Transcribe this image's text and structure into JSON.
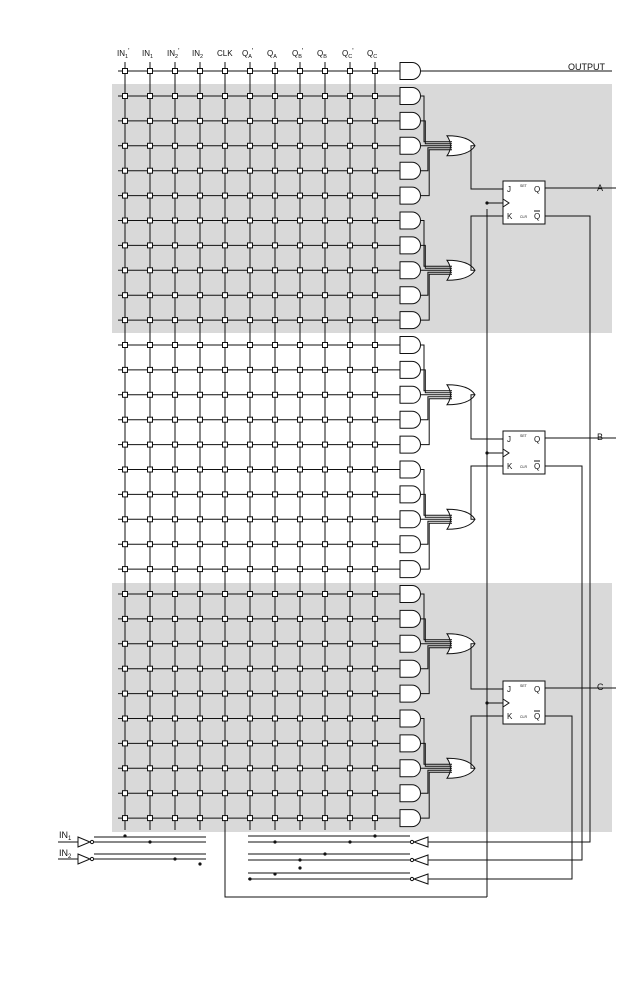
{
  "inputs": [
    {
      "base": "IN",
      "sub": "1",
      "prime": true
    },
    {
      "base": "IN",
      "sub": "1",
      "prime": false
    },
    {
      "base": "IN",
      "sub": "2",
      "prime": true
    },
    {
      "base": "IN",
      "sub": "2",
      "prime": false
    },
    {
      "base": "CLK",
      "sub": "",
      "prime": false
    },
    {
      "base": "Q",
      "sub": "A",
      "prime": true
    },
    {
      "base": "Q",
      "sub": "A",
      "prime": false
    },
    {
      "base": "Q",
      "sub": "B",
      "prime": true
    },
    {
      "base": "Q",
      "sub": "B",
      "prime": false
    },
    {
      "base": "Q",
      "sub": "C",
      "prime": true
    },
    {
      "base": "Q",
      "sub": "C",
      "prime": false
    }
  ],
  "output_label": "OUTPUT",
  "flipflops": [
    {
      "name": "A",
      "j": "J",
      "k": "K",
      "q": "Q",
      "qbar": "Q",
      "set": "SET",
      "clr": "CLR"
    },
    {
      "name": "B",
      "j": "J",
      "k": "K",
      "q": "Q",
      "qbar": "Q",
      "set": "SET",
      "clr": "CLR"
    },
    {
      "name": "C",
      "j": "J",
      "k": "K",
      "q": "Q",
      "qbar": "Q",
      "set": "SET",
      "clr": "CLR"
    }
  ],
  "bottom_inputs": [
    {
      "base": "IN",
      "sub": "1"
    },
    {
      "base": "IN",
      "sub": "2"
    }
  ],
  "colors": {
    "band": "#d9d9d9",
    "line": "#111111",
    "background": "#ffffff"
  },
  "and_gates_per_block": 5,
  "blocks": 6,
  "icons": [
    "and-gate",
    "or-gate",
    "buffer-triangle",
    "jk-flipflop"
  ]
}
